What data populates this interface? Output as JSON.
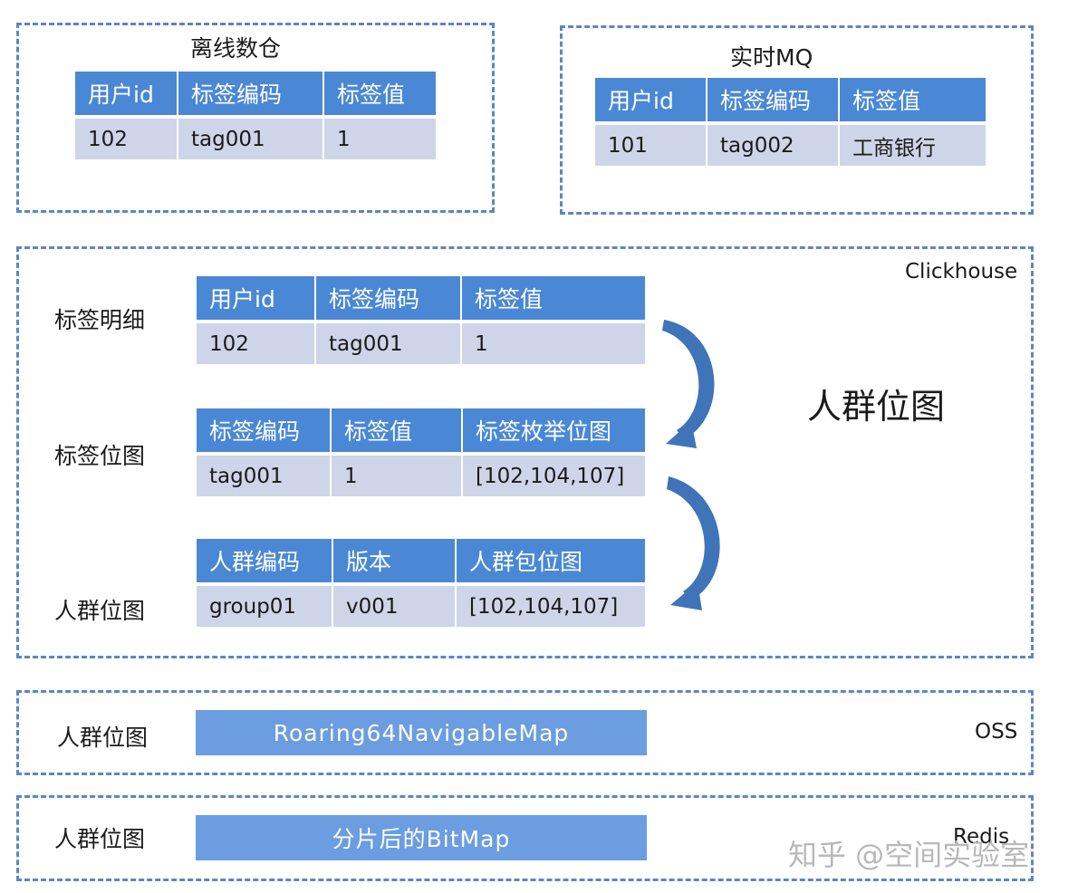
{
  "offline": {
    "title": "离线数仓",
    "headers": [
      "用户id",
      "标签编码",
      "标签值"
    ],
    "row": [
      "102",
      "tag001",
      "1"
    ]
  },
  "realtime": {
    "title": "实时MQ",
    "headers": [
      "用户id",
      "标签编码",
      "标签值"
    ],
    "row": [
      "101",
      "tag002",
      "工商银行"
    ]
  },
  "clickhouse": {
    "tag": "Clickhouse",
    "big_label": "人群位图",
    "detail": {
      "label": "标签明细",
      "headers": [
        "用户id",
        "标签编码",
        "标签值"
      ],
      "row": [
        "102",
        "tag001",
        "1"
      ]
    },
    "tag_bitmap": {
      "label": "标签位图",
      "headers": [
        "标签编码",
        "标签值",
        "标签枚举位图"
      ],
      "row": [
        "tag001",
        "1",
        "[102,104,107]"
      ]
    },
    "crowd_bitmap": {
      "label": "人群位图",
      "headers": [
        "人群编码",
        "版本",
        "人群包位图"
      ],
      "row": [
        "group01",
        "v001",
        "[102,104,107]"
      ]
    }
  },
  "oss": {
    "tag": "OSS",
    "label": "人群位图",
    "bar": "Roaring64NavigableMap"
  },
  "redis": {
    "tag": "Redis",
    "label": "人群位图",
    "bar": "分片后的BitMap"
  },
  "watermark": "知乎 @空间实验室",
  "colors": {
    "header": "#4a88d6",
    "row": "#cfd5e8",
    "dash": "#5b87c7",
    "bar": "#6b9de0",
    "arrow": "#3f74b8"
  }
}
